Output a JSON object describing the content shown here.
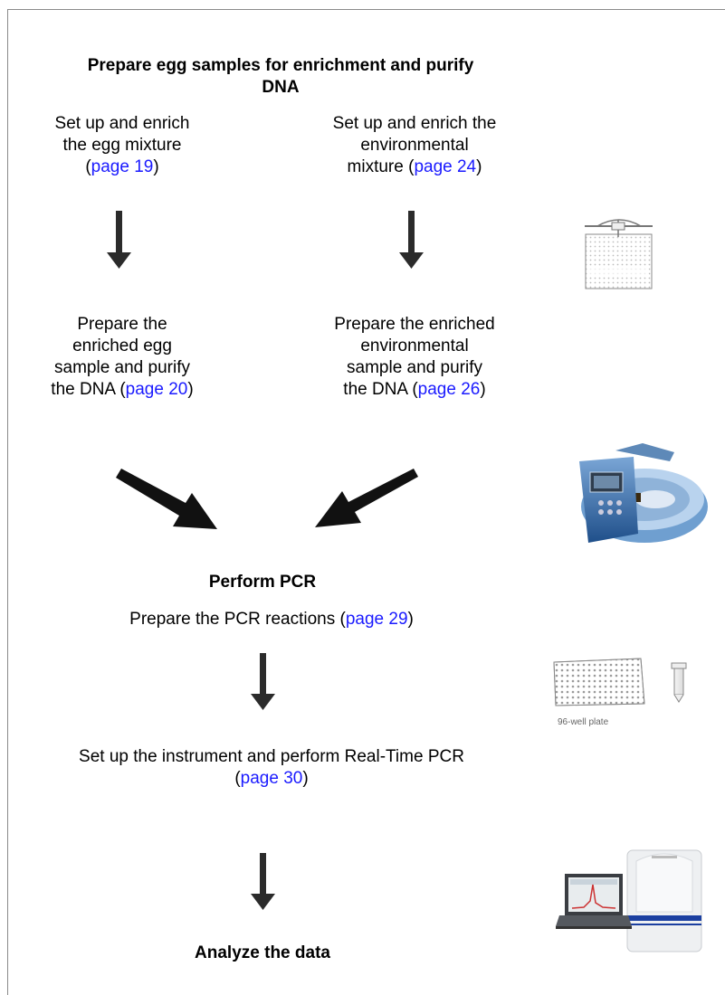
{
  "section1": {
    "title_line1": "Prepare egg samples for enrichment and purify",
    "title_line2": "DNA",
    "left_step1": {
      "line1": "Set up and enrich",
      "line2": "the egg mixture",
      "pre": "(",
      "link": "page 19",
      "post": ")"
    },
    "right_step1": {
      "line1": "Set up and enrich the",
      "line2": "environmental",
      "pre": "mixture (",
      "link": "page 24",
      "post": ")"
    },
    "left_step2": {
      "line1": "Prepare the",
      "line2": "enriched egg",
      "line3": "sample and purify",
      "pre": "the DNA (",
      "link": "page 20",
      "post": ")"
    },
    "right_step2": {
      "line1": "Prepare the enriched",
      "line2": "environmental",
      "line3": "sample and purify",
      "pre": "the DNA (",
      "link": "page 26",
      "post": ")"
    }
  },
  "section2": {
    "title": "Perform PCR",
    "step1": {
      "pre": "Prepare the PCR reactions (",
      "link": "page 29",
      "post": ")"
    },
    "step2": {
      "line1": "Set up the instrument and perform Real-Time PCR",
      "pre": "(",
      "link": "page 30",
      "post": ")"
    }
  },
  "section3": {
    "title": "Analyze the data"
  },
  "images": {
    "plate_caption": "96-well plate"
  },
  "colors": {
    "link": "#1a1aff",
    "arrow": "#2b2b2b",
    "frame": "#8a8a8a"
  }
}
